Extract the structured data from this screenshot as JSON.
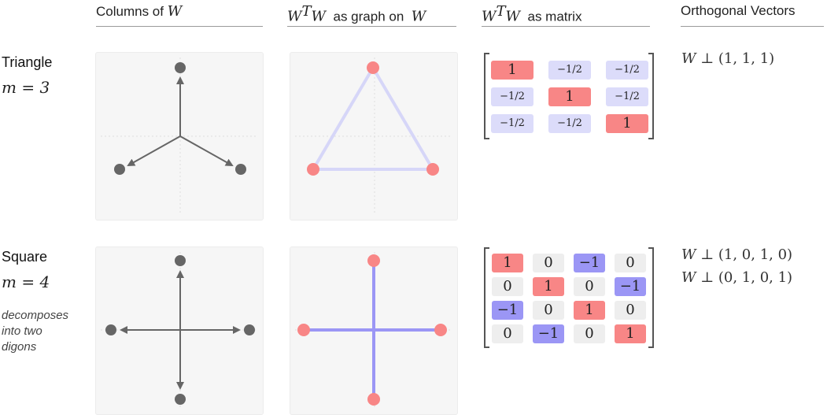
{
  "headers": {
    "columns_text": "Columns of ",
    "columns_math": "W",
    "graph_math_base": "W",
    "graph_math_sup": "T",
    "graph_math_base2": "W",
    "graph_text": "  as graph on  ",
    "graph_math_end": "W",
    "matrix_math_base": "W",
    "matrix_math_sup": "T",
    "matrix_math_base2": "W",
    "matrix_text": "  as matrix",
    "orthogonal": "Orthogonal Vectors"
  },
  "rows": [
    {
      "name": "Triangle",
      "math": "m = 3",
      "note": "",
      "matrix": [
        [
          "1",
          "−1/2",
          "−1/2"
        ],
        [
          "−1/2",
          "1",
          "−1/2"
        ],
        [
          "−1/2",
          "−1/2",
          "1"
        ]
      ],
      "orthogonal": [
        {
          "prefix": "W",
          "rest": " ⊥ (1, 1, 1)"
        }
      ]
    },
    {
      "name": "Square",
      "math": "m = 4",
      "note": "decomposes into two digons",
      "matrix": [
        [
          "1",
          "0",
          "−1",
          "0"
        ],
        [
          "0",
          "1",
          "0",
          "−1"
        ],
        [
          "−1",
          "0",
          "1",
          "0"
        ],
        [
          "0",
          "−1",
          "0",
          "1"
        ]
      ],
      "orthogonal": [
        {
          "prefix": "W",
          "rest": " ⊥ (1, 0, 1, 0)"
        },
        {
          "prefix": "W",
          "rest": " ⊥ (0, 1, 0, 1)"
        }
      ]
    }
  ],
  "colors": {
    "positive": "#f88686",
    "negative_half": "#dcdcfa",
    "negative_one": "#9b96f5",
    "zero": "#eeeeee",
    "vector": "#666666",
    "edge_light": "#d6d6f8",
    "edge_strong": "#9b96f5"
  }
}
